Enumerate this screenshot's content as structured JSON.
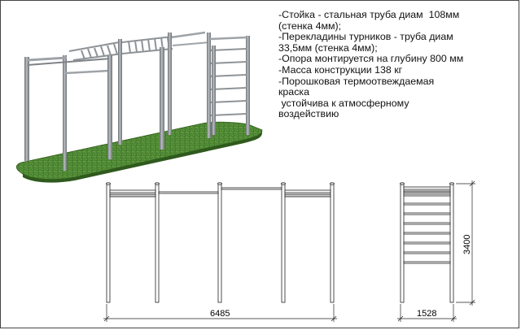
{
  "spec_lines": [
    "-Стойка - стальная труба диам  108мм",
    "(стенка 4мм);",
    "-Перекладины турников - труба диам",
    "33,5мм (стенка 4мм);",
    "-Опора монтируется на глубину 800 мм",
    "-Масса конструкции 138 кг",
    "-Порошковая термоотвеждаемая",
    "краска",
    " устойчива к атмосферному",
    "воздействию"
  ],
  "dimensions": {
    "length": "6485",
    "width": "1528",
    "height": "3400"
  },
  "colors": {
    "grass": "#4f8a34",
    "steel": "#8f9498",
    "line": "#222222"
  }
}
